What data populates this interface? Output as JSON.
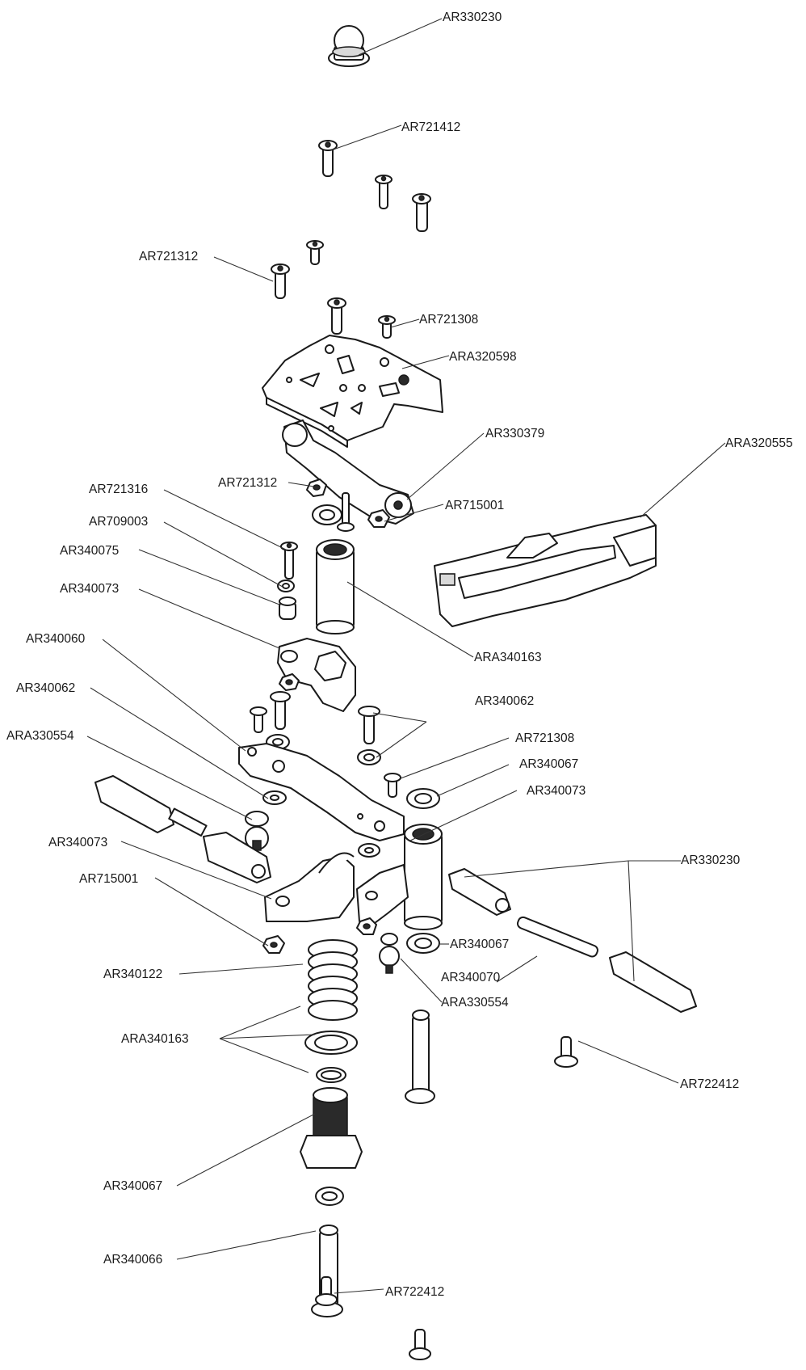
{
  "labels": {
    "l01": "AR330230",
    "l02": "AR721412",
    "l03": "AR721312",
    "l04": "AR721308",
    "l05": "ARA320598",
    "l06": "AR330379",
    "l07": "ARA320555",
    "l08": "AR721312",
    "l09": "AR715001",
    "l10": "AR721316",
    "l11": "AR709003",
    "l12": "AR340075",
    "l13": "AR340073",
    "l14": "ARA340163",
    "l15": "AR340060",
    "l16": "AR340062",
    "l17": "AR340062",
    "l18": "AR721308",
    "l19": "ARA330554",
    "l20": "AR340067",
    "l21": "AR340073",
    "l22": "AR340073",
    "l23": "AR330230",
    "l24": "AR715001",
    "l25": "AR340067",
    "l26": "AR340122",
    "l27": "AR340070",
    "l28": "ARA330554",
    "l29": "ARA340163",
    "l30": "AR722412",
    "l31": "AR340067",
    "l32": "AR340066",
    "l33": "AR722412"
  }
}
